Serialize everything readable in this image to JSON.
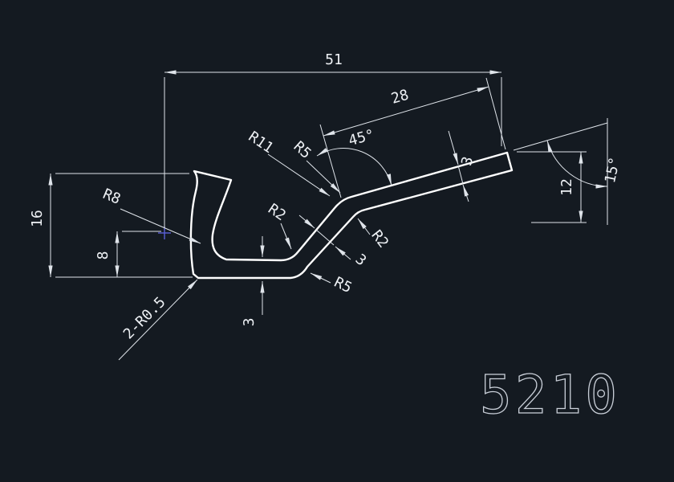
{
  "drawing": {
    "part_number": "5210",
    "colors": {
      "background": "#141a21",
      "geometry": "#ffffff",
      "dimensions": "#dfe4ea",
      "point_marker": "#5a60d8",
      "part_number_stroke": "#c9cfd8"
    },
    "dimensions": {
      "total_width": "51",
      "incline_length": "28",
      "bend_angle": "45°",
      "strip_thickness": "3",
      "end_height": "12",
      "strip_angle": "15°",
      "hook_height": "16",
      "center_height": "8",
      "diag_thickness": "3",
      "flange_thickness": "3"
    },
    "radii": {
      "hook_inner": "R8",
      "bend_outer": "R11",
      "bend_inner": "R5",
      "fillet_inner_top": "R2",
      "fillet_inner_bend": "R2",
      "fillet_bottom": "R5",
      "tip": "2-R0.5"
    }
  }
}
